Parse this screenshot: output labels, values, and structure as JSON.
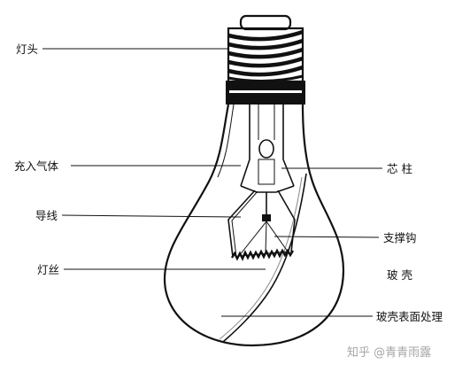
{
  "labels": {
    "cap": "灯头",
    "gas": "充入气体",
    "lead_wire": "导线",
    "filament": "灯丝",
    "stem": "芯 柱",
    "support_hook": "支撑钩",
    "bulb_glass": "玻 壳",
    "surface_treatment": "玻壳表面处理"
  },
  "watermark": "知乎 @青青雨露"
}
